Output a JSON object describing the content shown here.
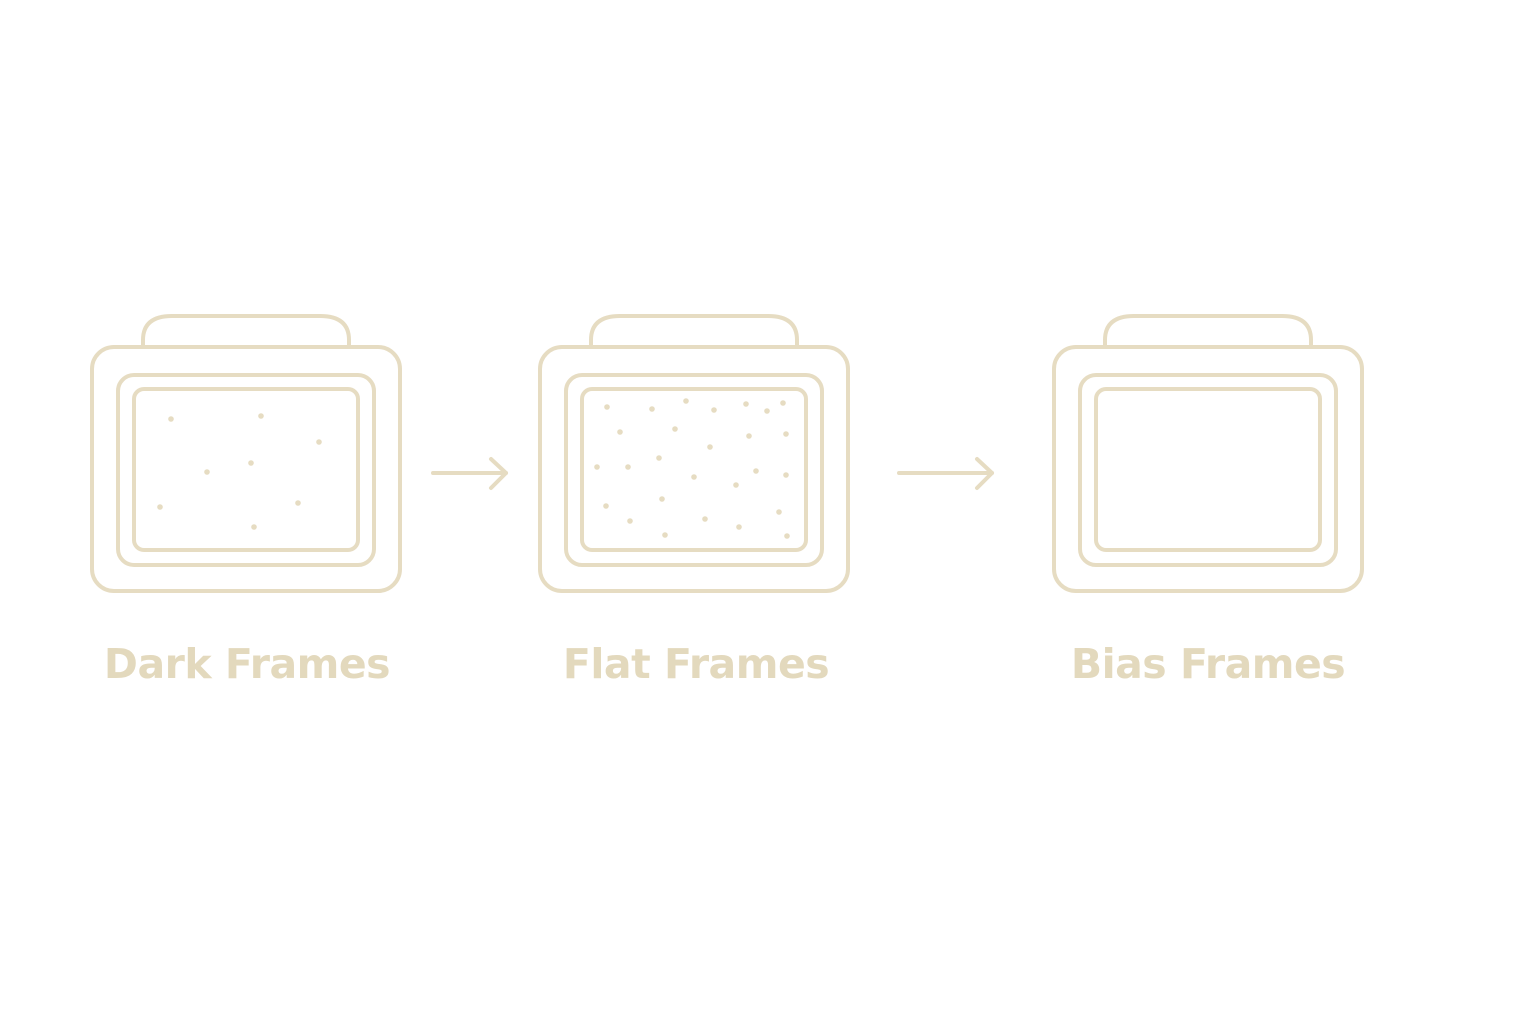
{
  "colors": {
    "stroke": "#e6dcc2",
    "label": "#e3d9bd"
  },
  "frames": [
    {
      "label": "Dark Frames",
      "icon": "camera-sensor-frame-icon",
      "noise_level": "sparse"
    },
    {
      "label": "Flat Frames",
      "icon": "camera-sensor-frame-icon",
      "noise_level": "dense"
    },
    {
      "label": "Bias Frames",
      "icon": "camera-sensor-frame-icon",
      "noise_level": "none"
    }
  ],
  "arrows": [
    {
      "icon": "right-arrow-icon"
    },
    {
      "icon": "right-arrow-icon"
    }
  ]
}
